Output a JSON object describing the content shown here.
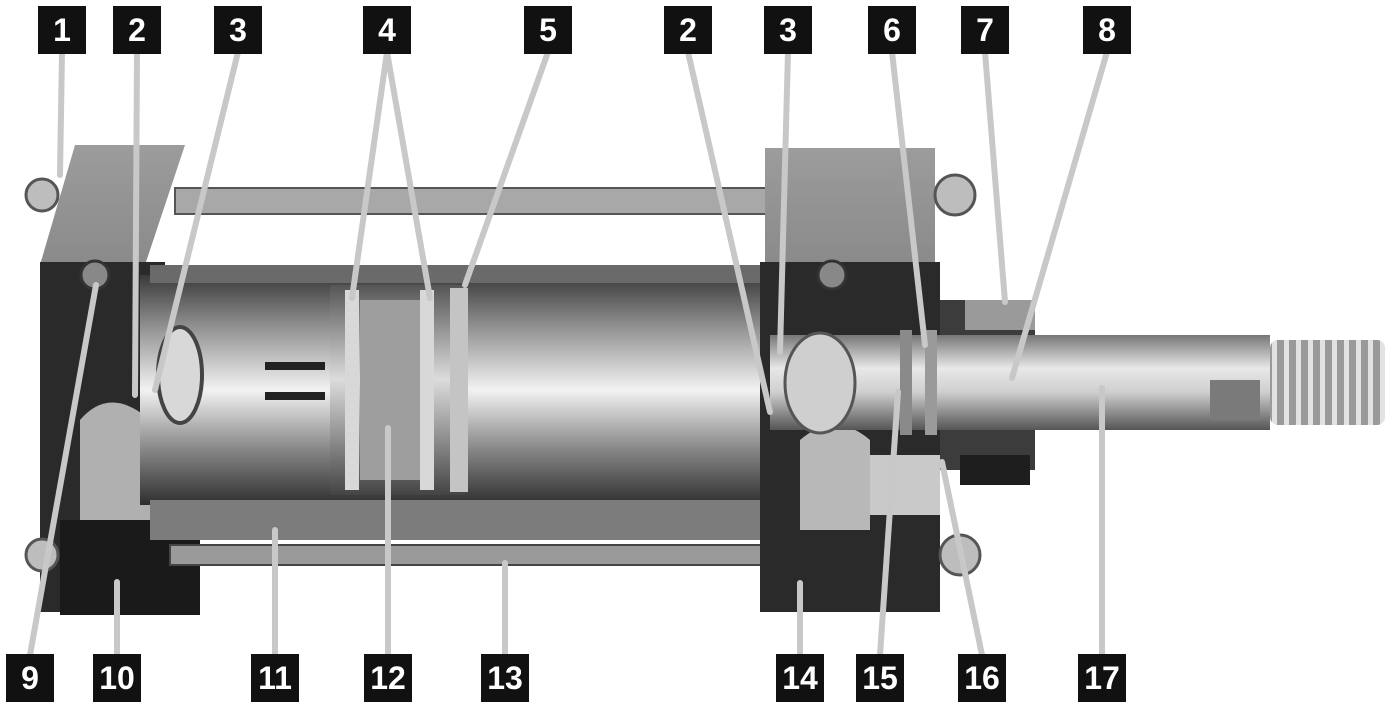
{
  "diagram": {
    "callouts_top": [
      "1",
      "2",
      "3",
      "4",
      "5",
      "2",
      "3",
      "6",
      "7",
      "8"
    ],
    "callouts_bottom": [
      "9",
      "10",
      "11",
      "12",
      "13",
      "14",
      "15",
      "16",
      "17"
    ]
  },
  "colors": {
    "label_bg": "#111111",
    "label_text": "#ffffff",
    "leader_line": "#c8c8c8"
  }
}
